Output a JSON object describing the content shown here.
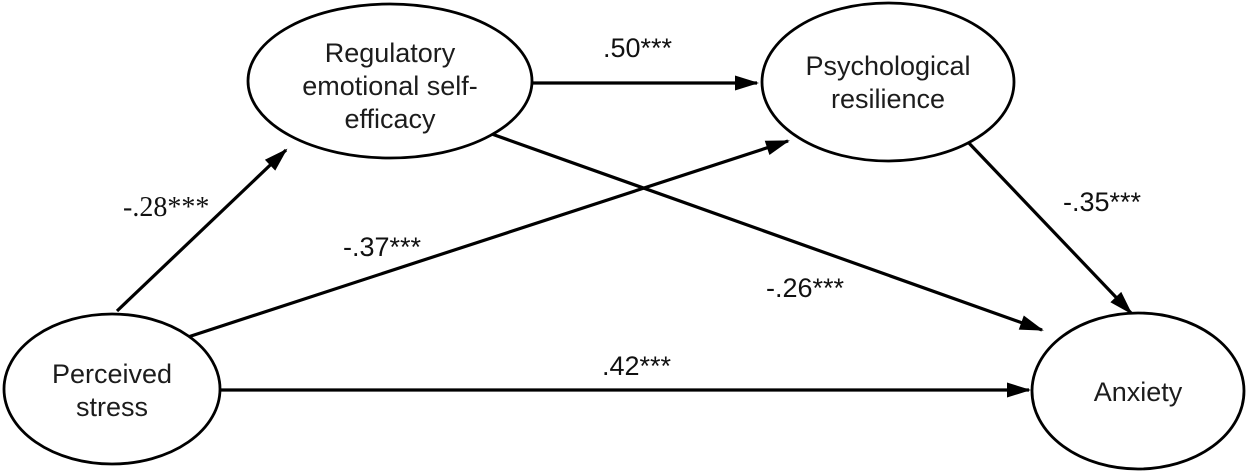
{
  "diagram": {
    "type": "structural-path-model",
    "background_color": "#ffffff",
    "stroke_color": "#000000",
    "node_fill": "#ffffff",
    "nodes": [
      {
        "id": "perceived-stress",
        "label": "Perceived stress",
        "lines": [
          "Perceived",
          "stress"
        ]
      },
      {
        "id": "regulatory-emotional-self-efficacy",
        "label": "Regulatory emotional self-efficacy",
        "lines": [
          "Regulatory",
          "emotional self-",
          "efficacy"
        ]
      },
      {
        "id": "psychological-resilience",
        "label": "Psychological resilience",
        "lines": [
          "Psychological",
          "resilience"
        ]
      },
      {
        "id": "anxiety",
        "label": "Anxiety",
        "lines": [
          "Anxiety"
        ]
      }
    ],
    "edges": [
      {
        "from": "perceived-stress",
        "to": "regulatory-emotional-self-efficacy",
        "coefficient": "-.28***"
      },
      {
        "from": "regulatory-emotional-self-efficacy",
        "to": "psychological-resilience",
        "coefficient": ".50***"
      },
      {
        "from": "perceived-stress",
        "to": "psychological-resilience",
        "coefficient": "-.37***"
      },
      {
        "from": "regulatory-emotional-self-efficacy",
        "to": "anxiety",
        "coefficient": "-.26***"
      },
      {
        "from": "psychological-resilience",
        "to": "anxiety",
        "coefficient": "-.35***"
      },
      {
        "from": "perceived-stress",
        "to": "anxiety",
        "coefficient": ".42***"
      }
    ]
  }
}
